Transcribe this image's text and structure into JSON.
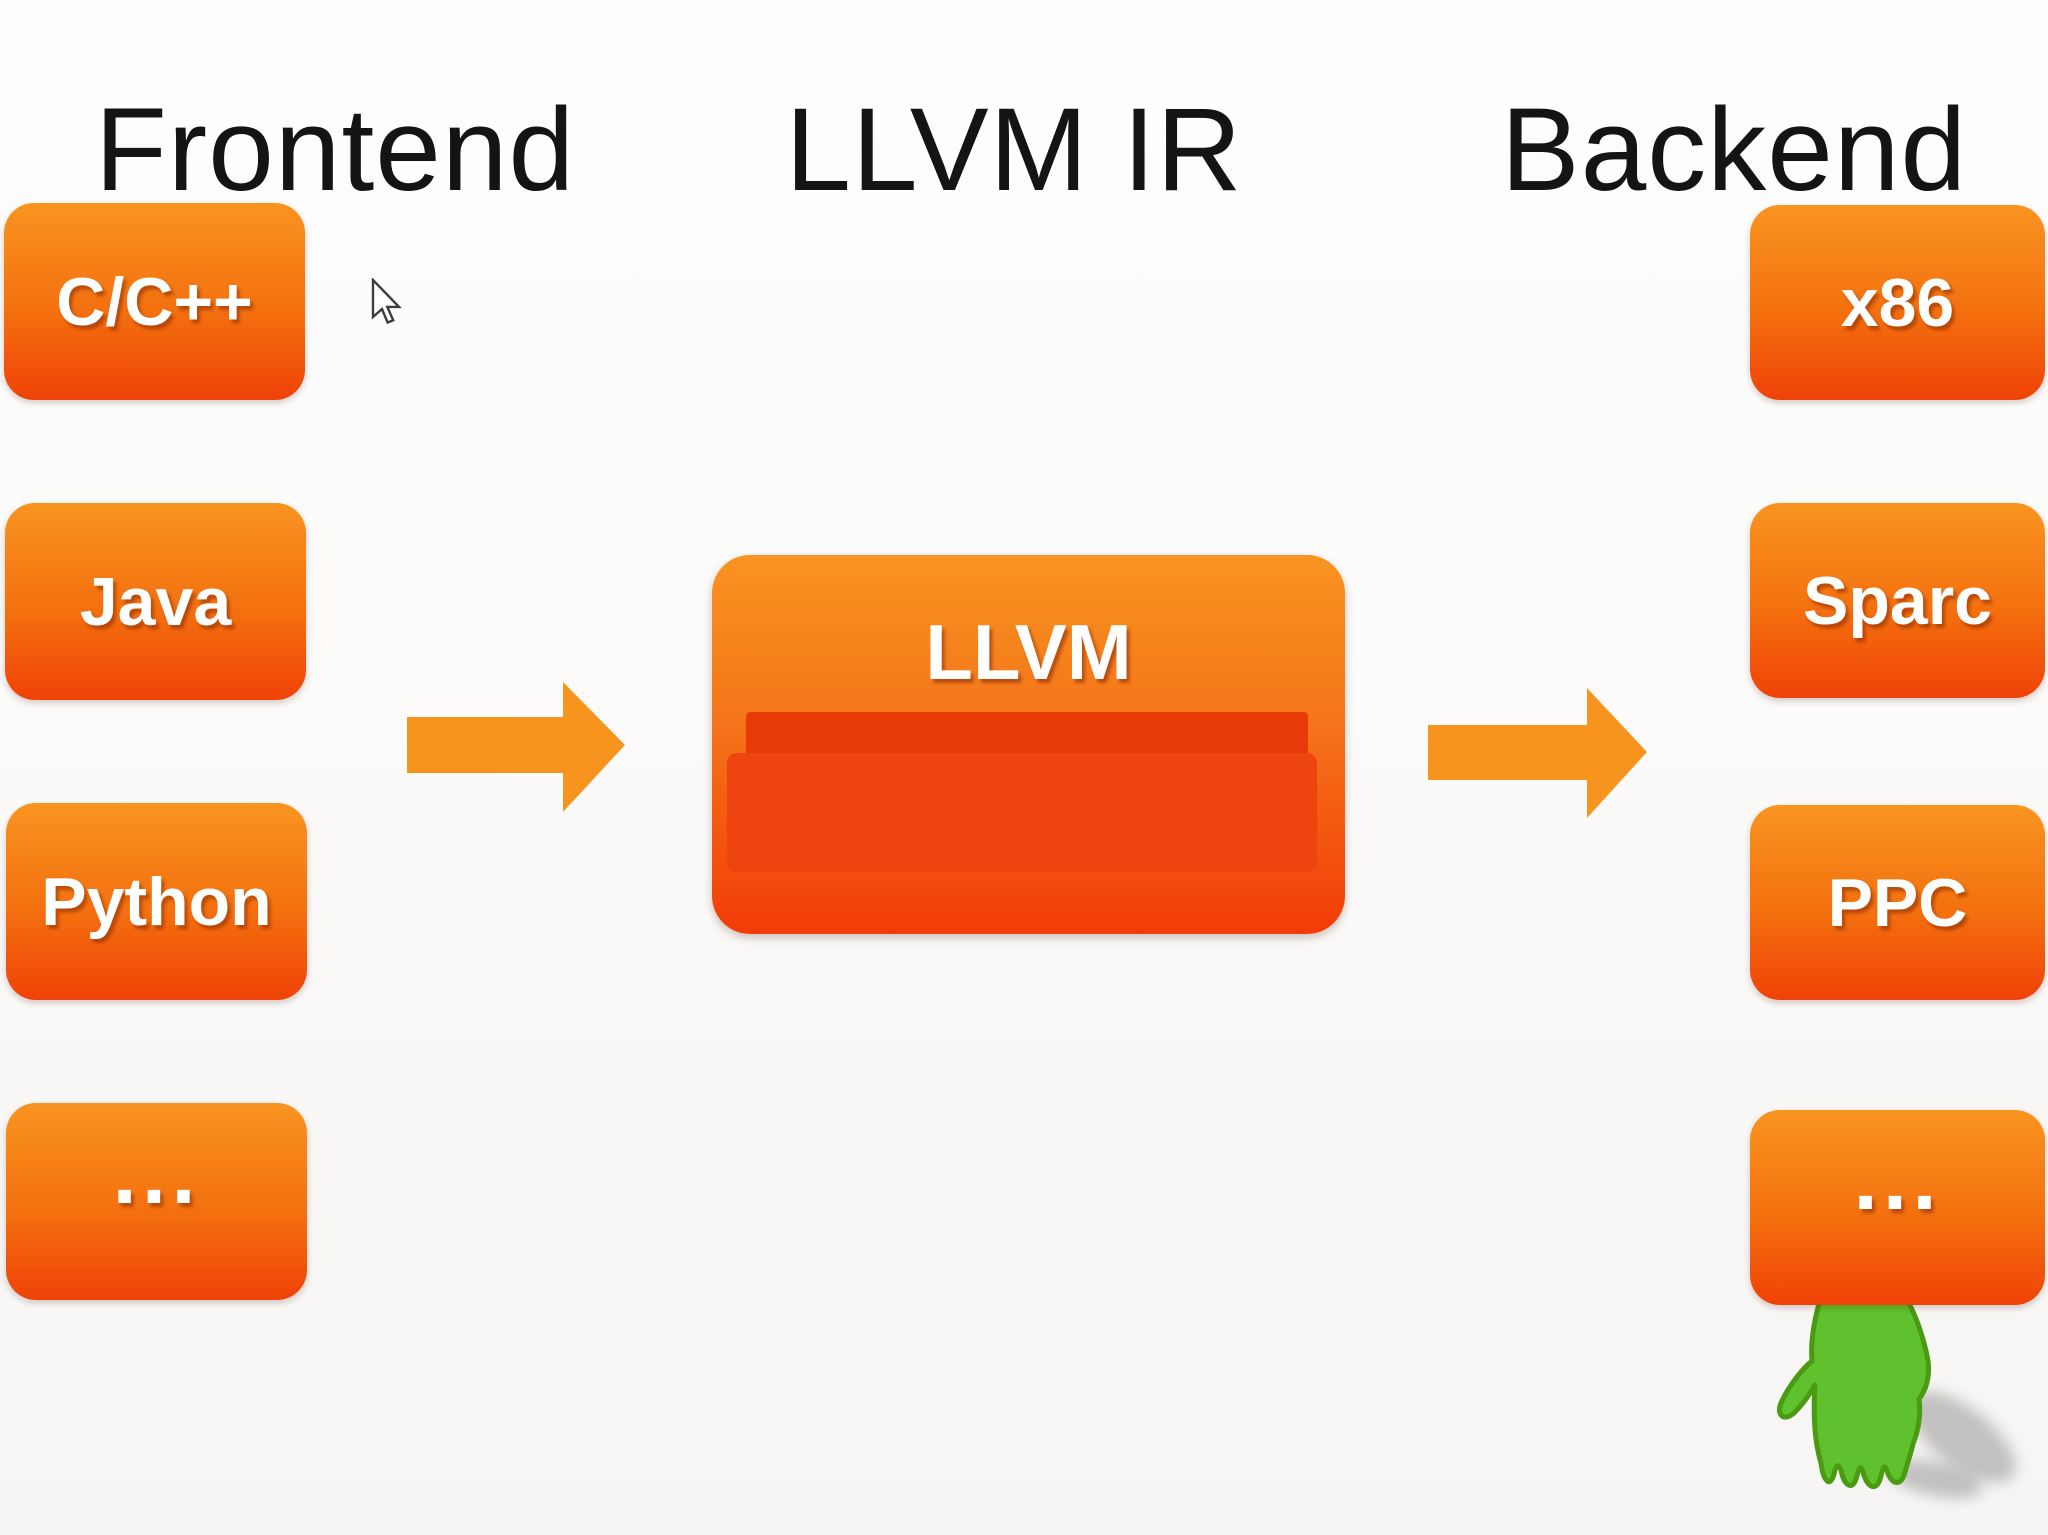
{
  "titles": {
    "frontend": "Frontend",
    "llvm_ir": "LLVM IR",
    "backend": "Backend"
  },
  "frontend_column": {
    "boxes": [
      {
        "label": "C/C++"
      },
      {
        "label": "Java"
      },
      {
        "label": "Python"
      },
      {
        "label": "..."
      }
    ]
  },
  "center": {
    "label": "LLVM"
  },
  "backend_column": {
    "boxes": [
      {
        "label": "x86"
      },
      {
        "label": "Sparc"
      },
      {
        "label": "PPC"
      },
      {
        "label": "..."
      }
    ]
  },
  "icons": {
    "cursor": "mouse-pointer-icon",
    "hand": "hand-pointer-icon",
    "arrows": "right-arrow-icon"
  },
  "colors": {
    "box-top": "#f89420",
    "box-mid": "#f4700f",
    "box-bottom": "#ef4207",
    "llvm-bottom": "#f23c07",
    "redact-dark": "#e63b07",
    "redact-mid": "#ee4410",
    "arrow": "#f7941e",
    "title": "#141414",
    "label": "#ffffff",
    "hand-green": "#5fc12d",
    "hand-outline": "#4a9a12"
  }
}
